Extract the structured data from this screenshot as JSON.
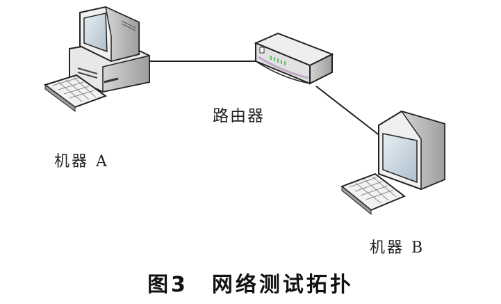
{
  "diagram": {
    "nodes": {
      "machine_a": {
        "label": "机器 A",
        "icon": "desktop-computer-icon"
      },
      "router": {
        "label": "路由器",
        "icon": "router-icon"
      },
      "machine_b": {
        "label": "机器 B",
        "icon": "desktop-computer-icon"
      }
    },
    "edges": [
      {
        "from": "machine_a",
        "to": "router"
      },
      {
        "from": "router",
        "to": "machine_b"
      }
    ]
  },
  "caption": "图3　网络测试拓扑",
  "colors": {
    "line": "#222222",
    "device_light": "#f4f4f4",
    "device_shade": "#b8b8b8",
    "screen": "#c9d6e0",
    "router_led": "#5fbf5f"
  }
}
